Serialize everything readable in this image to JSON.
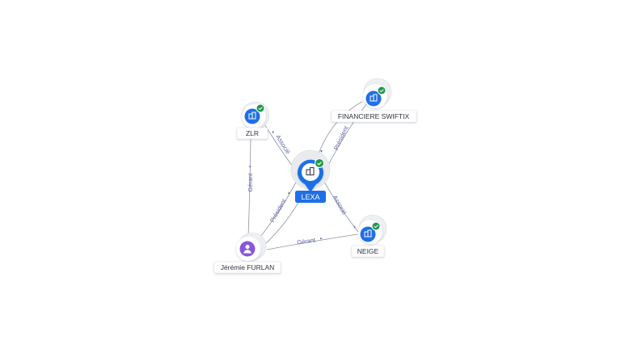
{
  "colors": {
    "company": "#1f6fe6",
    "person": "#8a56d8",
    "check": "#1f9a4a",
    "edge": "#8d93a3",
    "edge_label": "#5b5ea6"
  },
  "nodes": {
    "lexa": {
      "label": "LEXA",
      "icon": "building-icon",
      "status_icon": "check-icon"
    },
    "zlr": {
      "label": "ZLR",
      "icon": "building-icon",
      "status_icon": "check-icon"
    },
    "swiftix": {
      "label": "FINANCIERE SWIFTIX",
      "icon": "building-icon",
      "status_icon": "check-icon"
    },
    "neige": {
      "label": "NEIGE",
      "icon": "building-icon",
      "status_icon": "check-icon"
    },
    "furlan": {
      "label": "Jérémie FURLAN",
      "icon": "person-icon"
    }
  },
  "edges": {
    "lexa_zlr": {
      "label": "Associé"
    },
    "lexa_swiftix": {
      "label": "Président"
    },
    "lexa_neige": {
      "label": "Associé"
    },
    "furlan_lexa": {
      "label": "Président"
    },
    "furlan_zlr": {
      "label": "Gérant"
    },
    "furlan_neige": {
      "label": "Gérant"
    }
  }
}
